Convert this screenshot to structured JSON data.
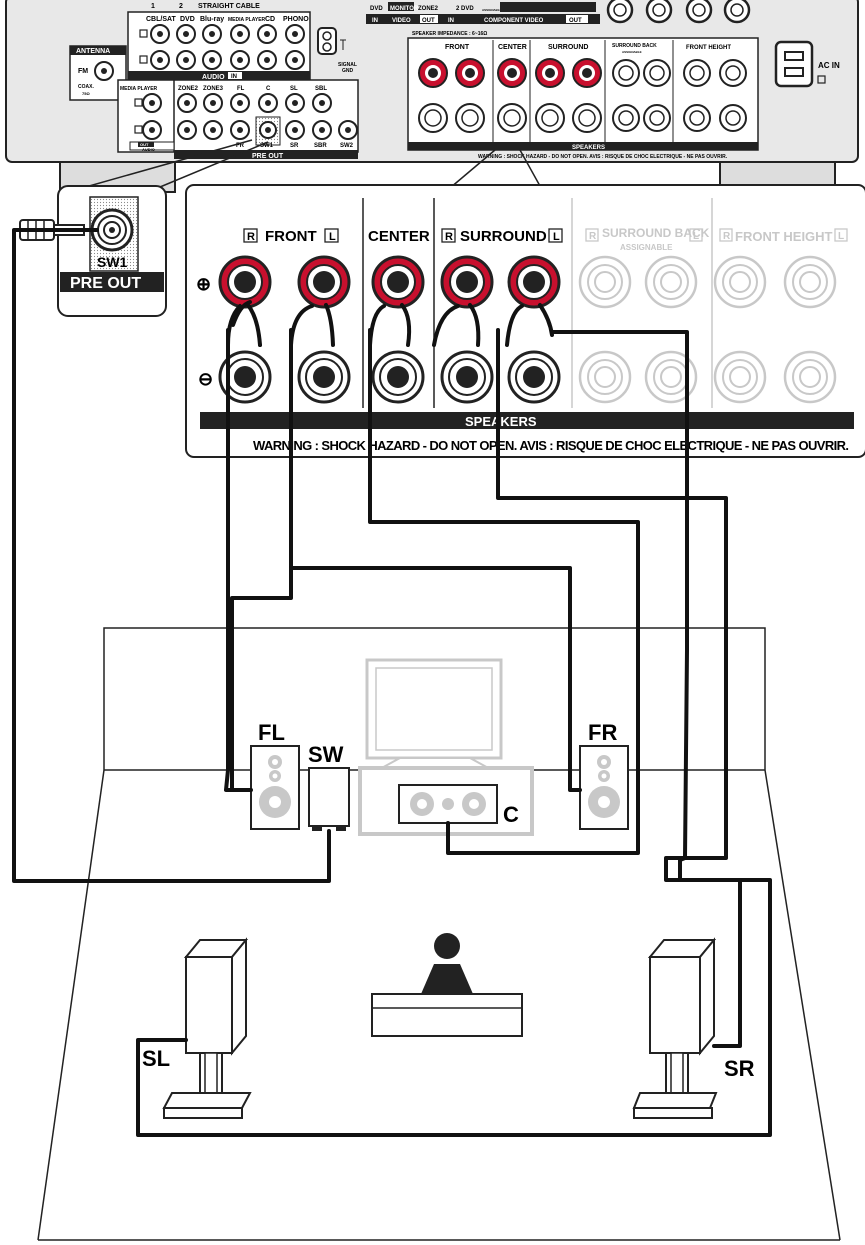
{
  "receiver": {
    "top_labels": {
      "l1": "1",
      "l2": "2",
      "straight_cable": "STRAIGHT CABLE"
    },
    "audio_inputs": [
      "CBL/SAT",
      "DVD",
      "Blu-ray",
      "MEDIA PLAYER",
      "CD",
      "PHONO"
    ],
    "audio_in_label": "AUDIO",
    "audio_in_badge": "IN",
    "antenna_label": "ANTENNA",
    "fm_label": "FM",
    "coax_label": "COAX.",
    "coax_ohm": "75Ω",
    "signal_gnd": [
      "SIGNAL",
      "GND"
    ],
    "video_top": [
      "DVD",
      "MONITOR",
      "ZONE2",
      "2 DVD",
      "ASSIGNABLE"
    ],
    "video_row": [
      "IN",
      "VIDEO",
      "OUT",
      "IN",
      "COMPONENT VIDEO",
      "OUT"
    ],
    "speaker_impedance": "SPEAKER IMPEDANCE : 6~16Ω",
    "small_front": "FRONT",
    "small_center": "CENTER",
    "small_surround": "SURROUND",
    "small_surround_back": "SURROUND BACK",
    "small_assignable": "ASSIGNABLE",
    "small_front_height": "FRONT HEIGHT",
    "ac_in": "AC IN",
    "media_player": "MEDIA PLAYER",
    "out_label": "OUT",
    "audio_label": "AUDIO",
    "preout_top": [
      "ZONE2",
      "ZONE3",
      "FL",
      "C",
      "SL",
      "SBL"
    ],
    "preout_bottom": [
      "FR",
      "SW1",
      "SR",
      "SBR",
      "SW2"
    ],
    "pre_out_label": "PRE OUT",
    "small_speakers_label": "SPEAKERS",
    "small_warning": "WARNING : SHOCK HAZARD - DO NOT OPEN.  AVIS : RISQUE DE CHOC ELECTRIQUE - NE PAS OUVRIR."
  },
  "callout": {
    "jack_label": "SW1",
    "pre_out": "PRE OUT"
  },
  "panel": {
    "r": "R",
    "l": "L",
    "front": "FRONT",
    "center": "CENTER",
    "surround": "SURROUND",
    "surround_back": "SURROUND BACK",
    "assignable": "ASSIGNABLE",
    "front_height": "FRONT HEIGHT",
    "plus": "⊕",
    "minus": "⊖",
    "speakers": "SPEAKERS",
    "warning": "WARNING : SHOCK HAZARD - DO NOT OPEN.  AVIS : RISQUE DE CHOC ELECTRIQUE - NE PAS OUVRIR."
  },
  "room": {
    "labels": {
      "fl": "FL",
      "sw": "SW",
      "fr": "FR",
      "c": "C",
      "sl": "SL",
      "sr": "SR"
    }
  },
  "colors": {
    "red_terminal": "#c8102e",
    "panel_gray": "#f2f2f2",
    "dim_gray": "#c8c8c8",
    "label_bar": "#222222"
  }
}
